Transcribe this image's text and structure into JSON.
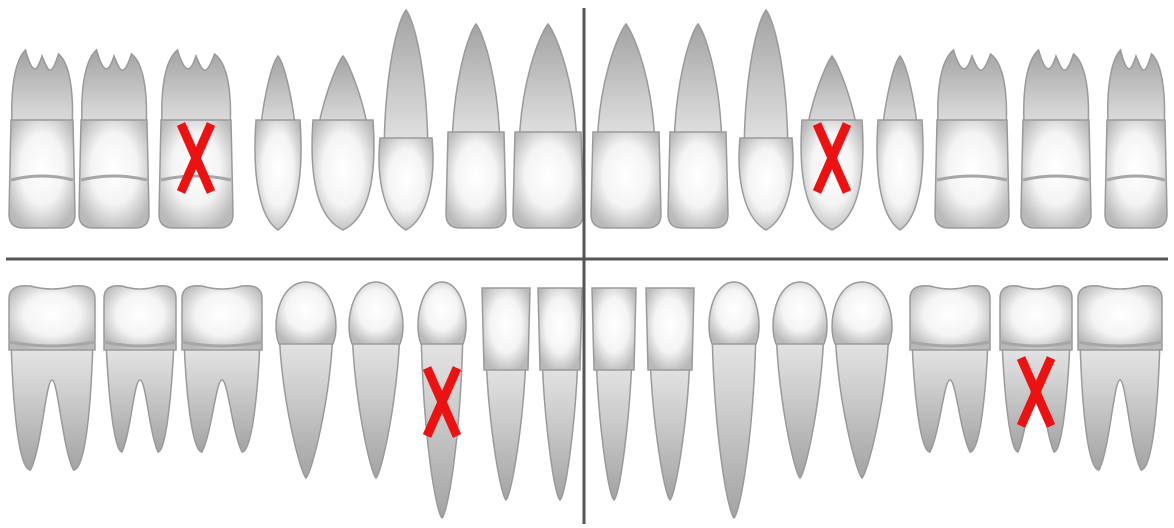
{
  "diagram": {
    "type": "dental-chart",
    "colors": {
      "background": "#ffffff",
      "divider": "#555555",
      "tooth_light": "#ffffff",
      "tooth_mid": "#e2e2e2",
      "tooth_dark": "#a6a6a6",
      "root": "#bcbcbc",
      "mark": "#ee1111"
    },
    "upper_arch": [
      {
        "kind": "molar",
        "marked": false
      },
      {
        "kind": "molar",
        "marked": false
      },
      {
        "kind": "molar",
        "marked": true
      },
      {
        "kind": "premolar",
        "marked": false
      },
      {
        "kind": "premolar",
        "marked": false
      },
      {
        "kind": "canine",
        "marked": false
      },
      {
        "kind": "incisor",
        "marked": false
      },
      {
        "kind": "incisor",
        "marked": false
      },
      {
        "kind": "incisor",
        "marked": false
      },
      {
        "kind": "incisor",
        "marked": false
      },
      {
        "kind": "canine",
        "marked": false
      },
      {
        "kind": "premolar",
        "marked": true
      },
      {
        "kind": "premolar",
        "marked": false
      },
      {
        "kind": "molar",
        "marked": false
      },
      {
        "kind": "molar",
        "marked": false
      },
      {
        "kind": "molar",
        "marked": false
      }
    ],
    "lower_arch": [
      {
        "kind": "molar",
        "marked": false
      },
      {
        "kind": "molar",
        "marked": false
      },
      {
        "kind": "molar",
        "marked": false
      },
      {
        "kind": "premolar",
        "marked": false
      },
      {
        "kind": "premolar",
        "marked": false
      },
      {
        "kind": "canine",
        "marked": true
      },
      {
        "kind": "incisor",
        "marked": false
      },
      {
        "kind": "incisor",
        "marked": false
      },
      {
        "kind": "incisor",
        "marked": false
      },
      {
        "kind": "incisor",
        "marked": false
      },
      {
        "kind": "canine",
        "marked": false
      },
      {
        "kind": "premolar",
        "marked": false
      },
      {
        "kind": "premolar",
        "marked": false
      },
      {
        "kind": "molar",
        "marked": false
      },
      {
        "kind": "molar",
        "marked": true
      },
      {
        "kind": "molar",
        "marked": false
      }
    ]
  }
}
